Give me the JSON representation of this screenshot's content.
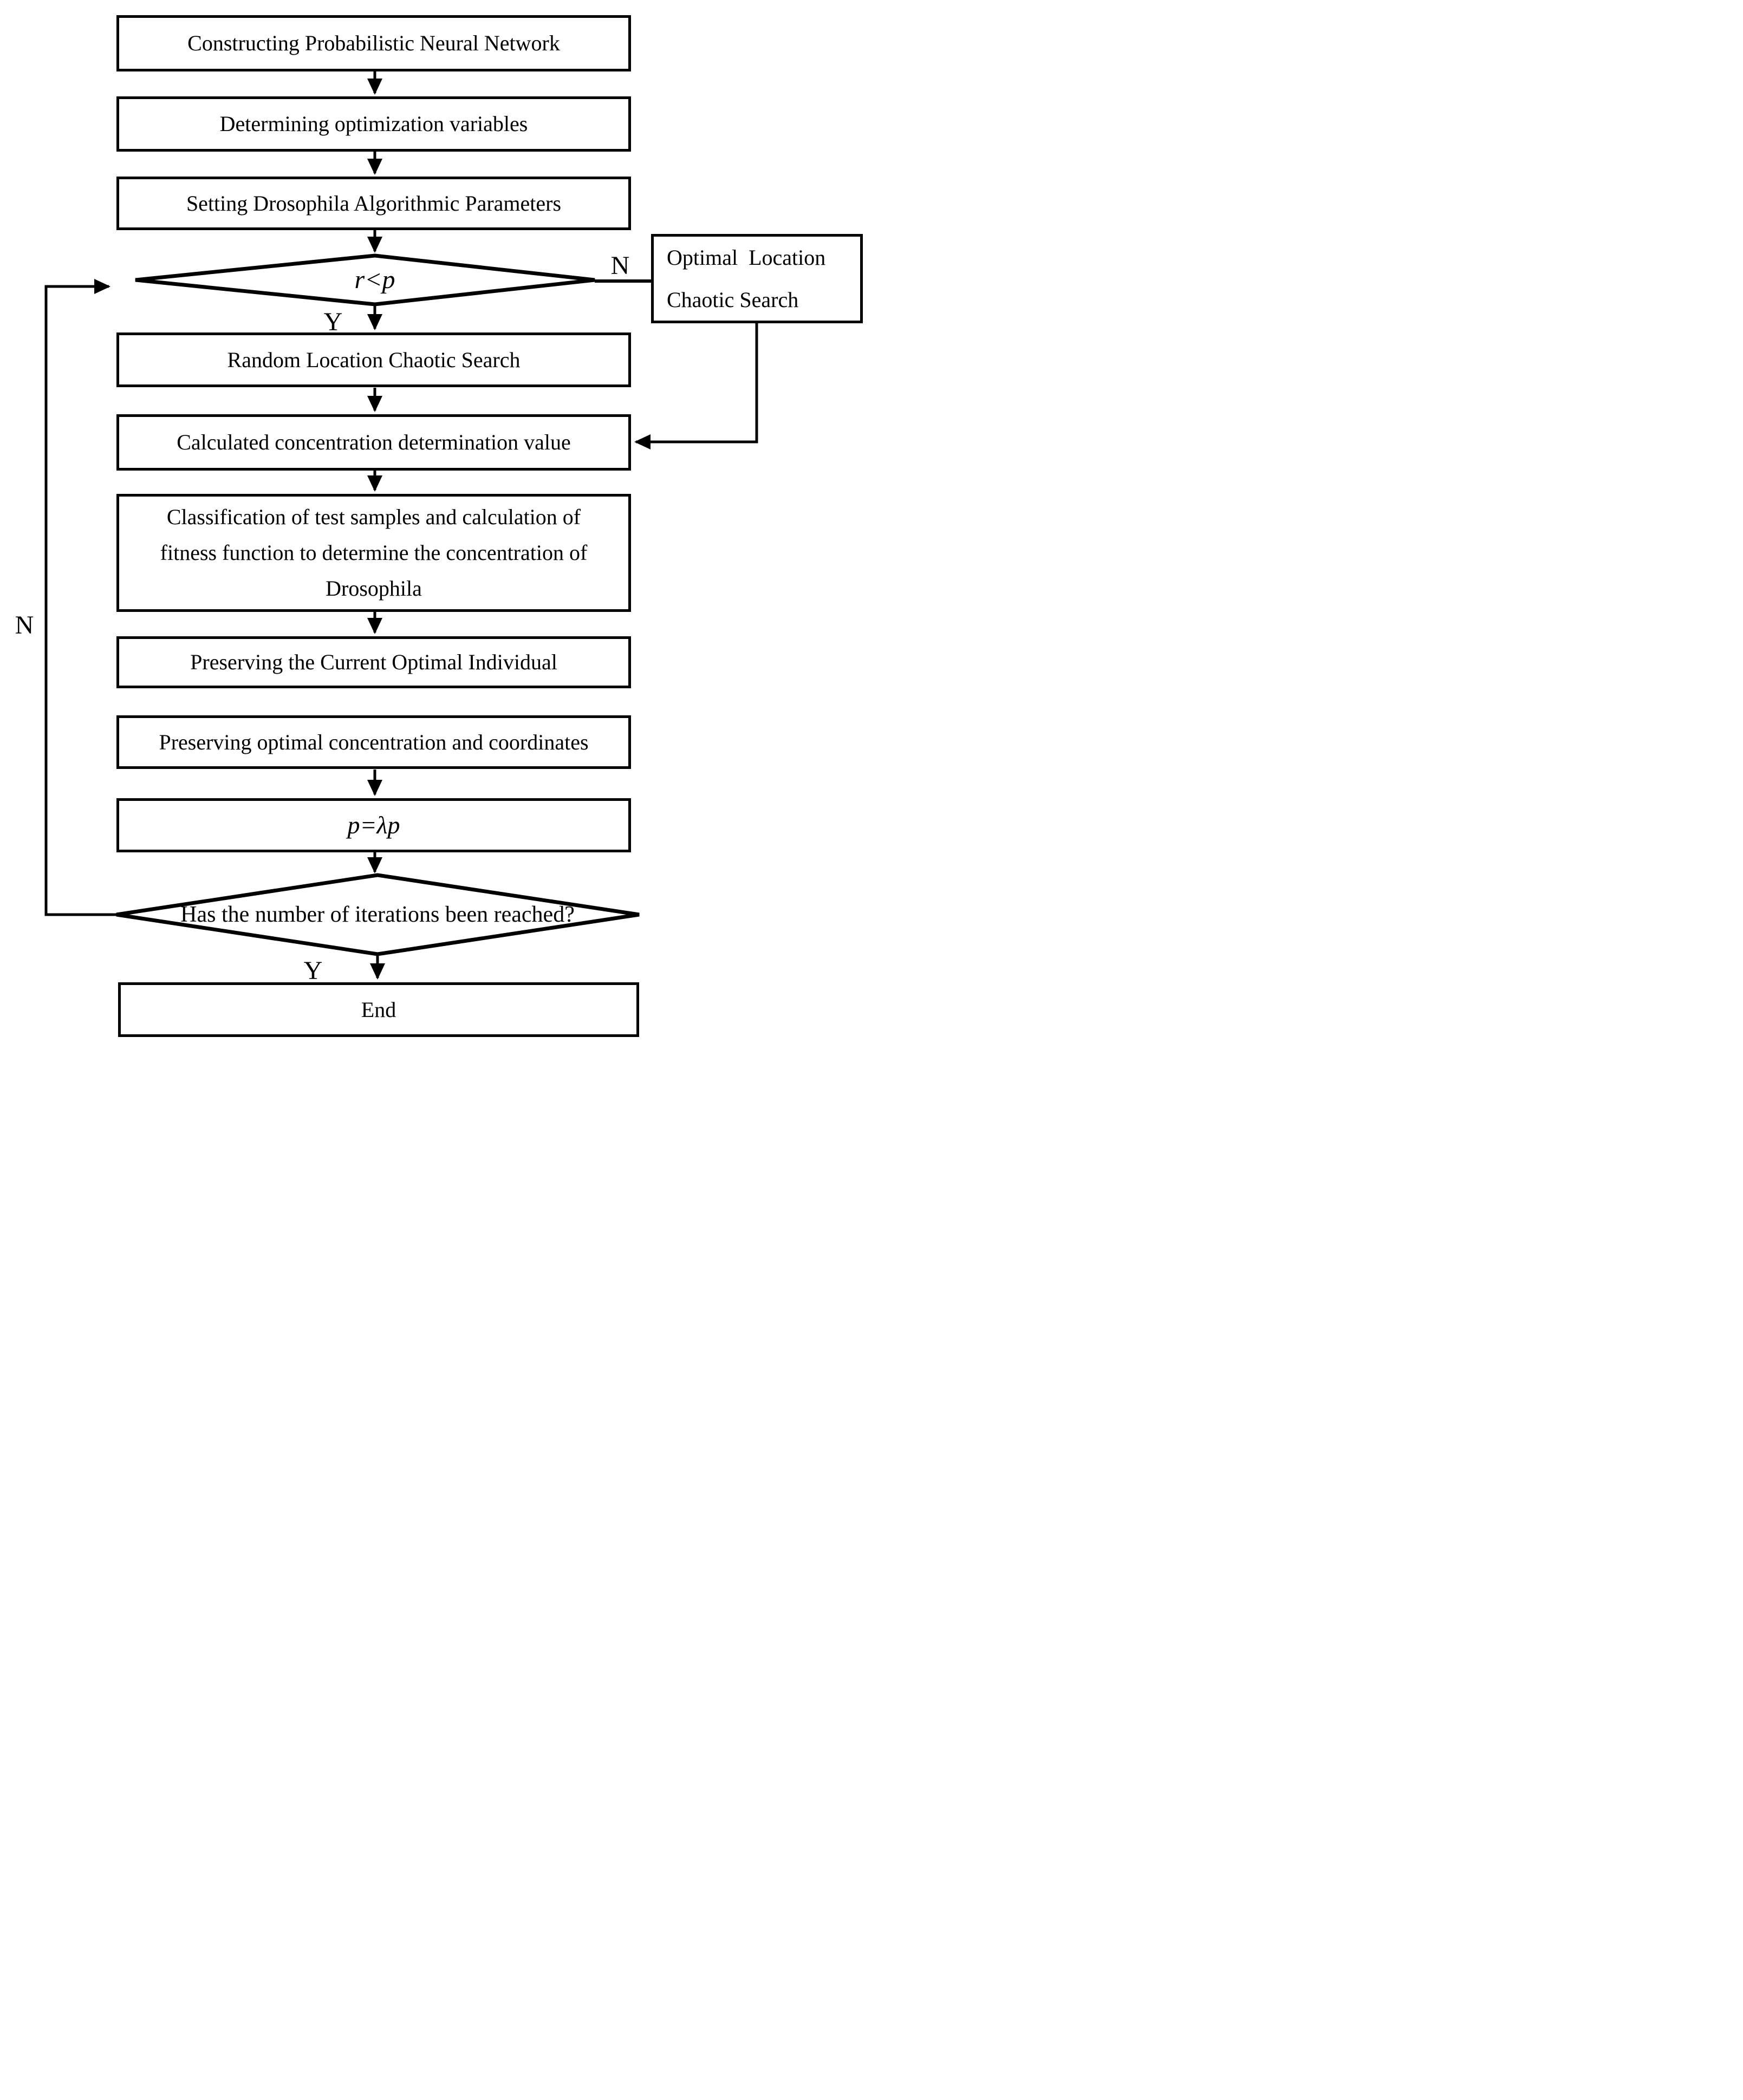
{
  "flowchart": {
    "nodes": {
      "constructing": {
        "label": "Constructing Probabilistic Neural Network"
      },
      "determining": {
        "label": "Determining optimization variables"
      },
      "setting": {
        "label": "Setting Drosophila Algorithmic Parameters"
      },
      "decision_rp": {
        "label": "r<p"
      },
      "optimal_chaotic": {
        "lines": [
          "Optimal  Location",
          "Chaotic Search"
        ]
      },
      "random_chaotic": {
        "label": "Random Location Chaotic Search"
      },
      "calculated": {
        "label": "Calculated concentration determination value"
      },
      "classification": {
        "lines": [
          "Classification of test samples and calculation of",
          "fitness function to determine the concentration of",
          "Drosophila"
        ]
      },
      "preserving_individual": {
        "label": "Preserving the Current Optimal Individual"
      },
      "preserving_concentration": {
        "label": "Preserving optimal concentration and coordinates"
      },
      "update_p": {
        "label": "p=λp"
      },
      "decision_iterations": {
        "label": "Has the number of iterations been reached?"
      },
      "end": {
        "label": "End"
      }
    },
    "branch_labels": {
      "rp_no": "N",
      "rp_yes": "Y",
      "iter_no": "N",
      "iter_yes": "Y"
    },
    "colors": {
      "line": "#000000",
      "background": "#ffffff"
    }
  }
}
